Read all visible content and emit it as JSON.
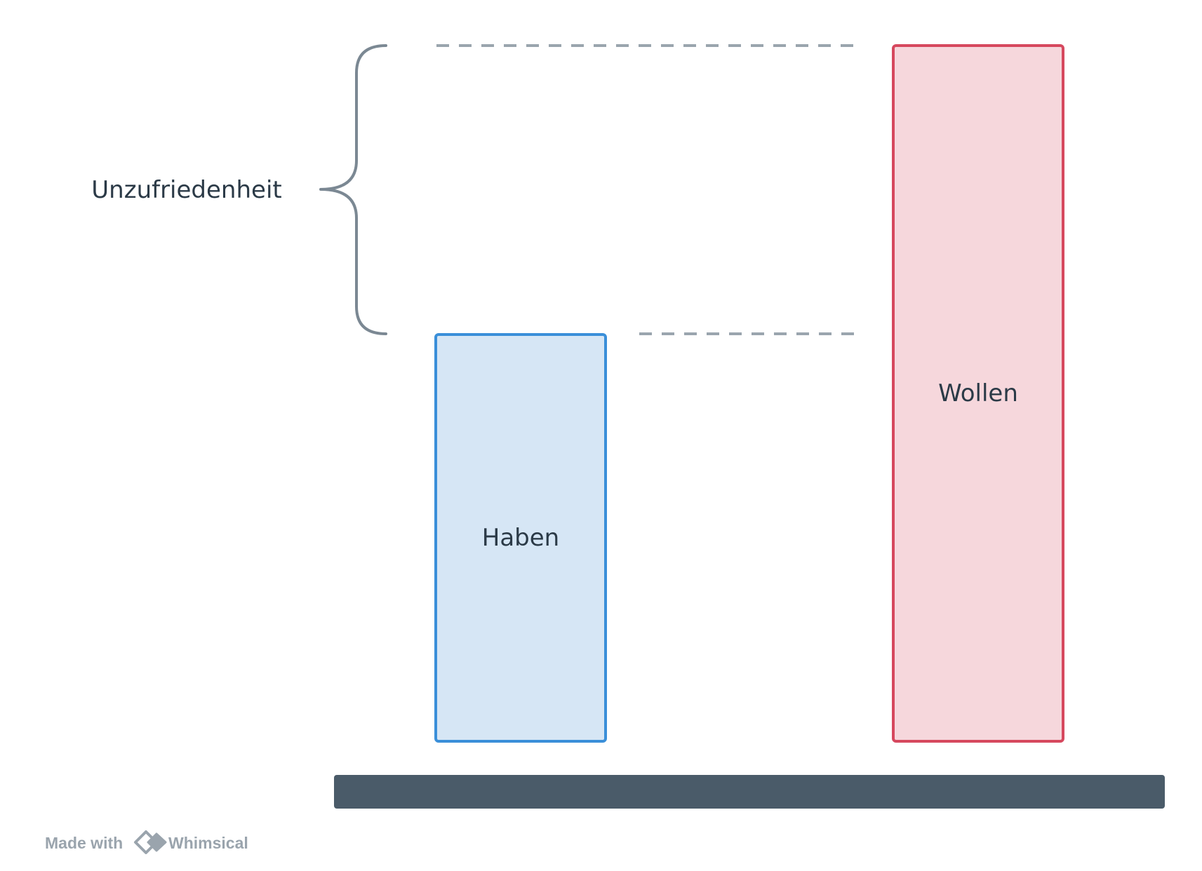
{
  "diagram": {
    "brace_label": "Unzufriedenheit",
    "box_have": {
      "label": "Haben",
      "fill": "#d6e6f5",
      "stroke": "#3a8fd9"
    },
    "box_want": {
      "label": "Wollen",
      "fill": "#f6d7dc",
      "stroke": "#d6485e"
    },
    "baseline_color": "#4a5b69",
    "guide_color": "#9aa5ae",
    "brace_color": "#7b8893"
  },
  "watermark": {
    "prefix": "Made with",
    "brand": "Whimsical",
    "color": "#9aa4ad"
  }
}
